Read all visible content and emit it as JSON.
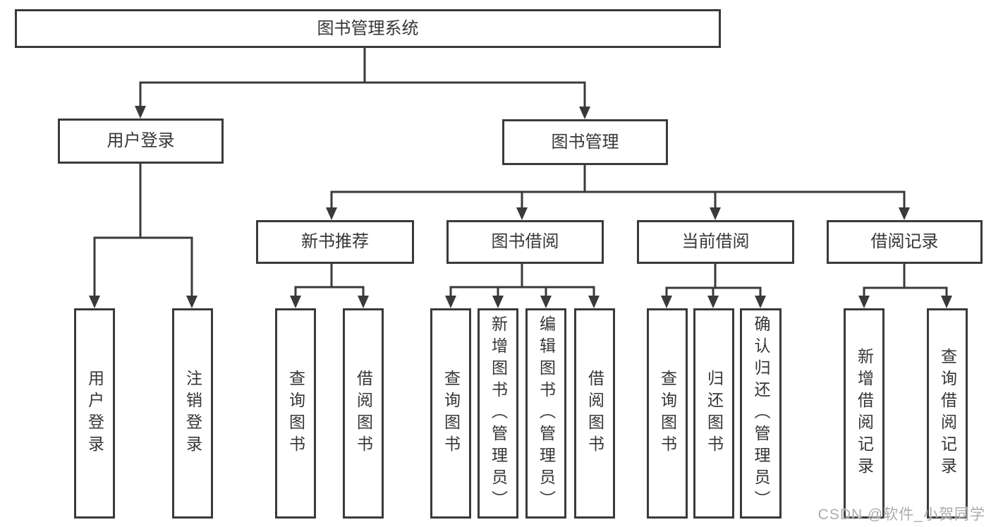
{
  "colors": {
    "background": "#ffffff",
    "line": "#3a3a3a",
    "text": "#363636",
    "watermark": "#ababab"
  },
  "diagram": {
    "root_label": "图书管理系统",
    "branches": [
      {
        "label": "用户登录",
        "leaves": [
          "用户登录",
          "注销登录"
        ]
      },
      {
        "label": "图书管理",
        "children": [
          {
            "label": "新书推荐",
            "leaves": [
              "查询图书",
              "借阅图书"
            ]
          },
          {
            "label": "图书借阅",
            "leaves": [
              "查询图书",
              "新增图书（管理员）",
              "编辑图书（管理员）",
              "借阅图书"
            ]
          },
          {
            "label": "当前借阅",
            "leaves": [
              "查询图书",
              "归还图书",
              "确认归还（管理员）"
            ]
          },
          {
            "label": "借阅记录",
            "leaves": [
              "新增借阅记录",
              "查询借阅记录"
            ]
          }
        ]
      }
    ]
  },
  "watermark": {
    "text": "CSDN @软件_小贺同学"
  }
}
